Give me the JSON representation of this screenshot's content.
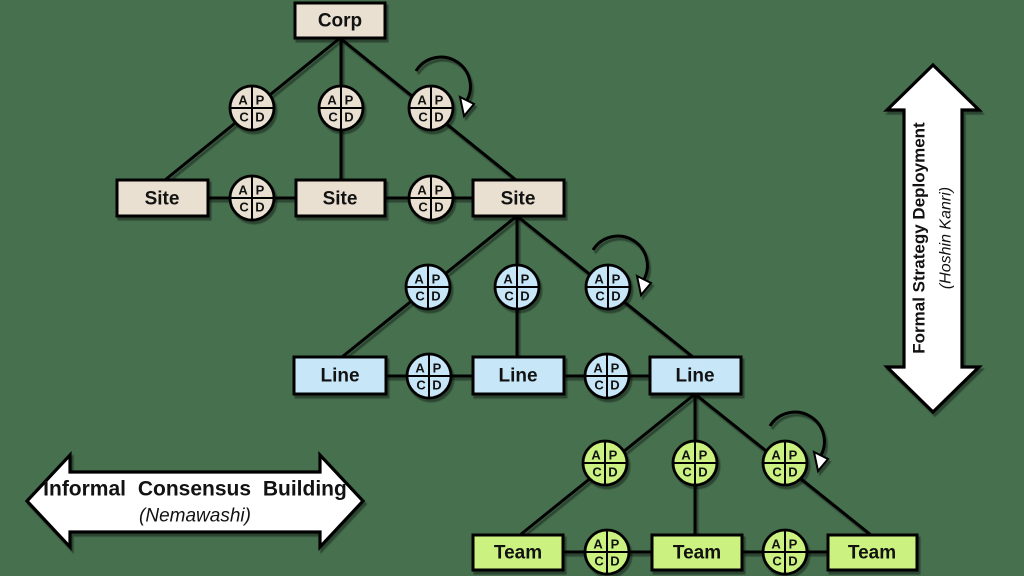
{
  "palette": {
    "background": "#47704F",
    "stroke": "#000000",
    "text": "#121212",
    "arrow_fill": "#FFFFFF",
    "corp_fill": "#E9E0D1",
    "site_fill": "#E9E0D1",
    "line_fill": "#C7E7F9",
    "team_fill": "#CBF180"
  },
  "pdca": {
    "a": "A",
    "p": "P",
    "c": "C",
    "d": "D"
  },
  "nodes": {
    "corp": "Corp",
    "sites": [
      "Site",
      "Site",
      "Site"
    ],
    "lines": [
      "Line",
      "Line",
      "Line"
    ],
    "teams": [
      "Team",
      "Team",
      "Team"
    ]
  },
  "arrows": {
    "formal": {
      "title": "Formal Strategy Deployment",
      "subtitle": "(Hoshin Kanri)"
    },
    "informal": {
      "title": "Informal Consensus Building",
      "subtitle": "(Nemawashi)"
    }
  }
}
